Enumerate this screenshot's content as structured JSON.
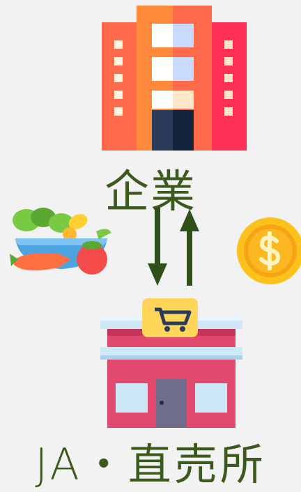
{
  "diagram": {
    "company": {
      "label": "企業",
      "icon": "office-building-icon"
    },
    "store": {
      "label": "JA・直売所",
      "icon": "shop-with-cart-icon"
    },
    "left_icon": "vegetables-bowl-icon",
    "right_icon": "dollar-coin-icon",
    "arrows": [
      {
        "name": "down-arrow",
        "from": "company",
        "to": "store"
      },
      {
        "name": "up-arrow",
        "from": "store",
        "to": "company"
      }
    ]
  },
  "colors": {
    "background": "#f2f2f2",
    "label": "#3c5a1e",
    "arrow": "#2f4f1b",
    "building_main": "#ff6a4b",
    "building_side": "#ff2e55",
    "coin": "#fcc21b"
  }
}
